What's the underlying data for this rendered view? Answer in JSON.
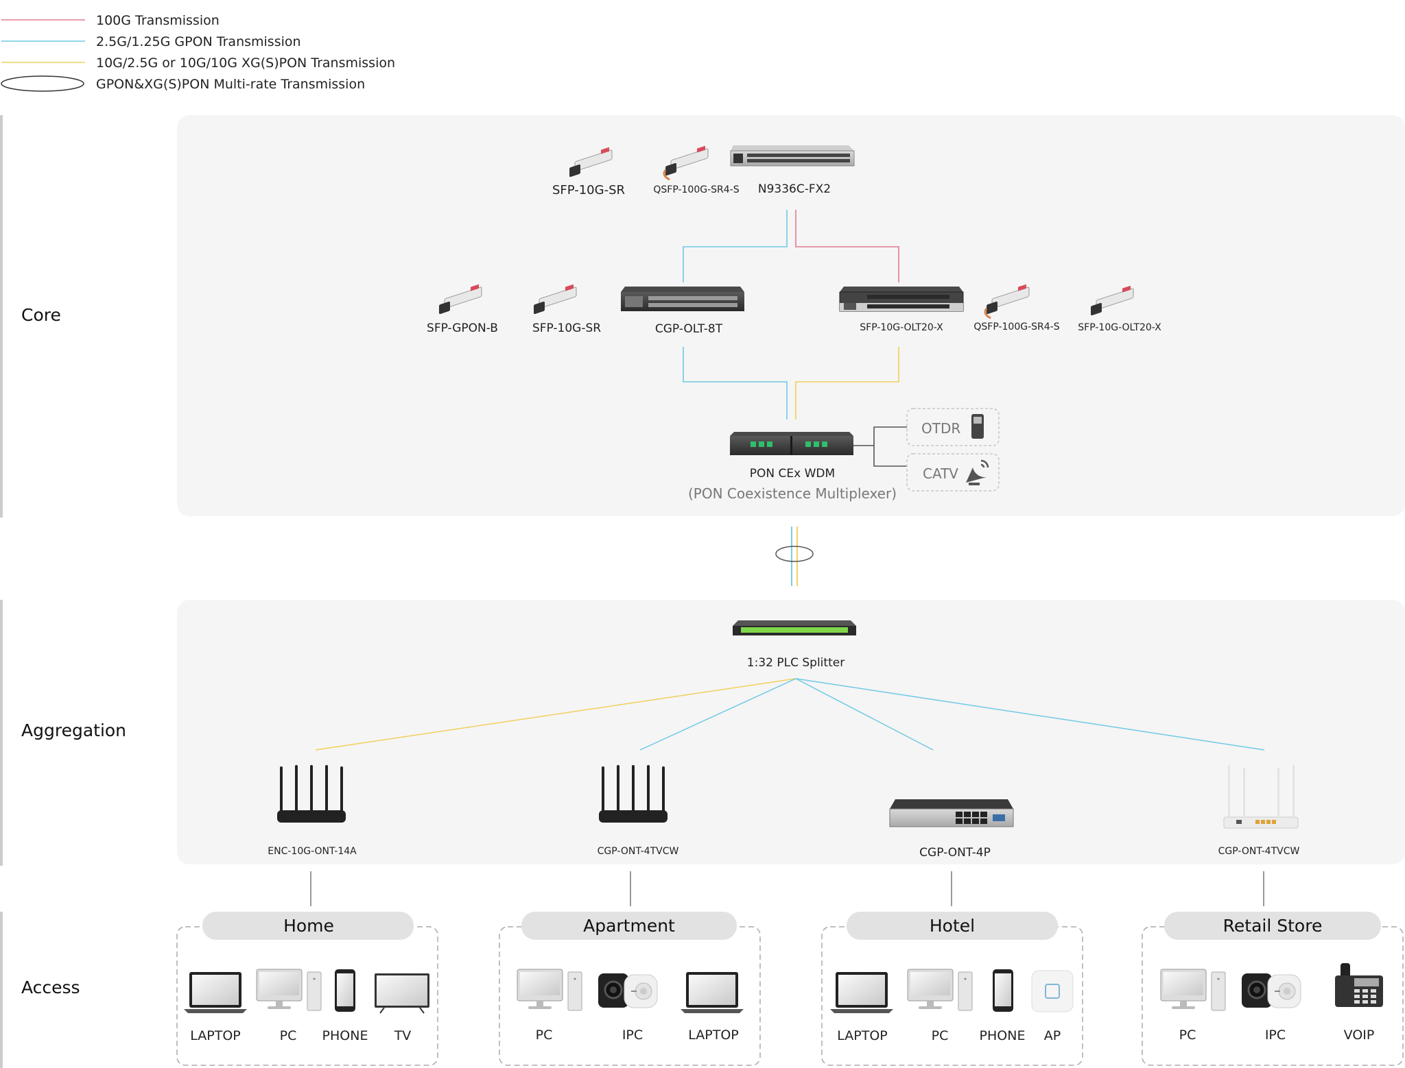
{
  "legend": {
    "items": [
      {
        "label": "100G Transmission",
        "color": "#e27b93"
      },
      {
        "label": "2.5G/1.25G GPON Transmission",
        "color": "#6fc9e6"
      },
      {
        "label": "10G/2.5G or 10G/10G XG(S)PON Transmission",
        "color": "#f1cf5a"
      },
      {
        "label": "GPON&XG(S)PON Multi-rate Transmission",
        "color": "#333333"
      }
    ]
  },
  "sections": {
    "core": "Core",
    "aggregation": "Aggregation",
    "access": "Access"
  },
  "core": {
    "top_sfp": "SFP-10G-SR",
    "top_qsfp": "QSFP-100G-SR4-S",
    "top_switch": "N9336C-FX2",
    "mid_sfp_gpon": "SFP-GPON-B",
    "mid_sfp_10g": "SFP-10G-SR",
    "olt_left": "CGP-OLT-8T",
    "olt_right": "SFP-10G-OLT20-X",
    "mid_qsfp": "QSFP-100G-SR4-S",
    "mid_sfp_olt": "SFP-10G-OLT20-X",
    "wdm_name": "PON CEx WDM",
    "wdm_desc": "(PON Coexistence Multiplexer)",
    "otdr": "OTDR",
    "catv": "CATV"
  },
  "aggregation": {
    "splitter": "1:32 PLC Splitter",
    "onts": [
      "ENC-10G-ONT-14A",
      "CGP-ONT-4TVCW",
      "CGP-ONT-4P",
      "CGP-ONT-4TVCW"
    ]
  },
  "access": {
    "groups": [
      {
        "title": "Home",
        "devices": [
          "LAPTOP",
          "PC",
          "PHONE",
          "TV"
        ]
      },
      {
        "title": "Apartment",
        "devices": [
          "PC",
          "IPC",
          "LAPTOP"
        ]
      },
      {
        "title": "Hotel",
        "devices": [
          "LAPTOP",
          "PC",
          "PHONE",
          "AP"
        ]
      },
      {
        "title": "Retail Store",
        "devices": [
          "PC",
          "IPC",
          "VOIP"
        ]
      }
    ]
  }
}
